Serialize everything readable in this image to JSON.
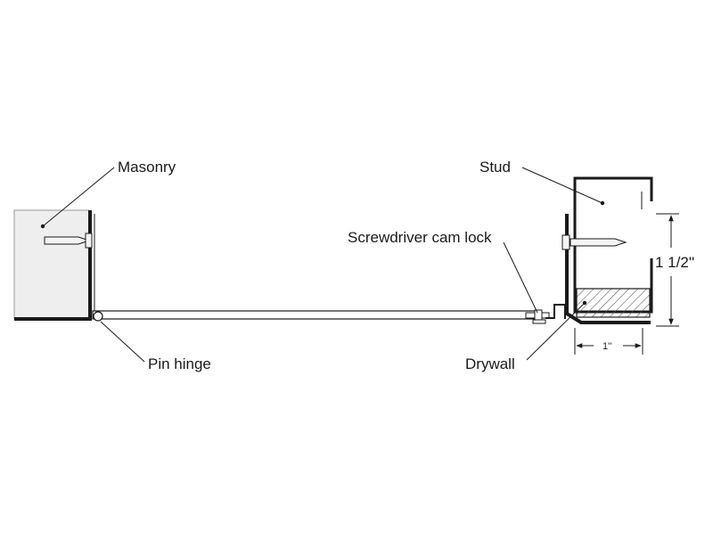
{
  "labels": {
    "masonry": "Masonry",
    "stud": "Stud",
    "screwdriver_cam_lock": "Screwdriver cam lock",
    "pin_hinge": "Pin hinge",
    "drywall": "Drywall"
  },
  "dimensions": {
    "height": "1 1/2''",
    "width": "1''"
  },
  "colors": {
    "line": "#1a1a1a",
    "masonry_fill": "#eeeeee",
    "bolt_fill": "#f4f4f4",
    "hatch": "#555555"
  }
}
